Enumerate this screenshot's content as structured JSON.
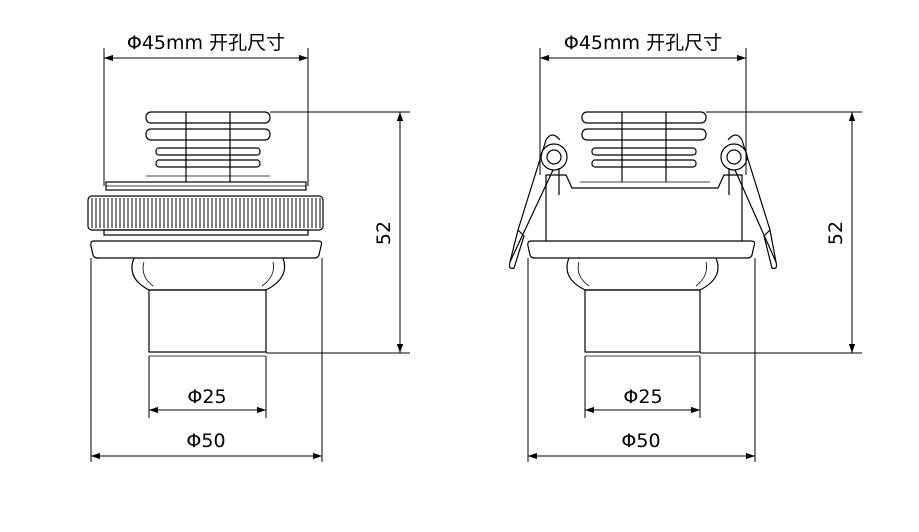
{
  "views": [
    {
      "name": "front-view-screw-ring",
      "cutout_label": "Φ45mm 开孔尺寸",
      "height_label": "52",
      "inner_diameter_label": "Φ25",
      "outer_diameter_label": "Φ50"
    },
    {
      "name": "front-view-spring-clips",
      "cutout_label": "Φ45mm 开孔尺寸",
      "height_label": "52",
      "inner_diameter_label": "Φ25",
      "outer_diameter_label": "Φ50"
    }
  ]
}
